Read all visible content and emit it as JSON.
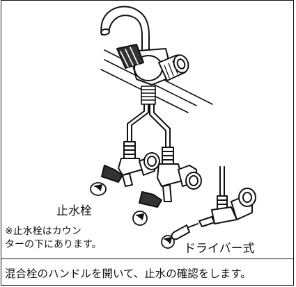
{
  "labels": {
    "stop_valve": "止水栓",
    "note_line1": "※止水栓はカウン",
    "note_line2": "ターの下にあります。",
    "screwdriver_type": "ドライバー式"
  },
  "caption": "混合栓のハンドルを開いて、止水の確認をします。"
}
